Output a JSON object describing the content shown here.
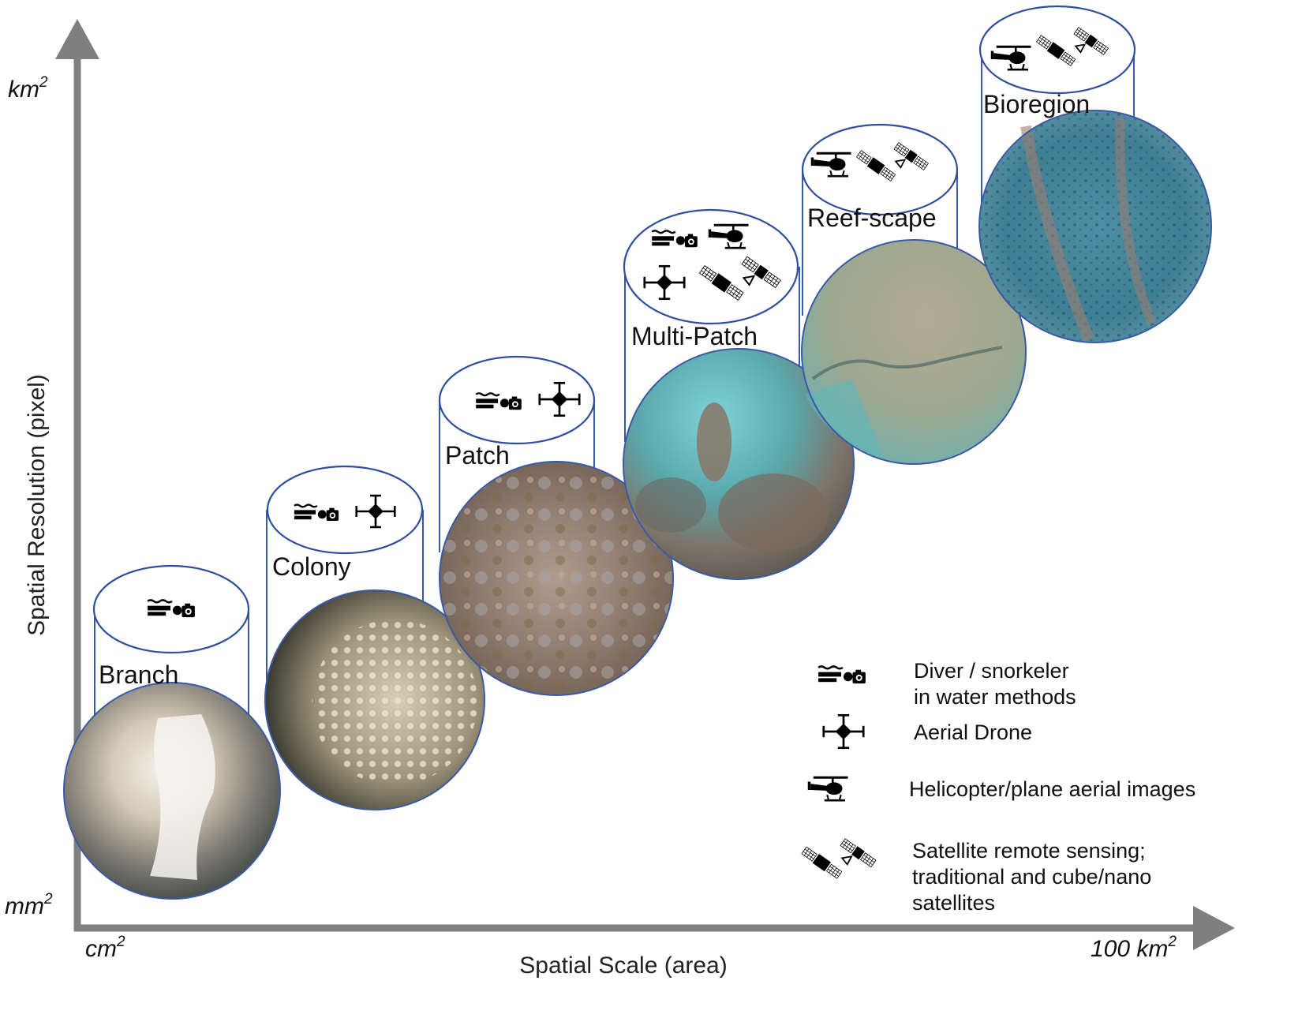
{
  "axes": {
    "y_label": "Spatial Resolution (pixel)",
    "x_label": "Spatial Scale (area)",
    "y_top": "km",
    "y_bottom": "mm",
    "x_left": "cm",
    "x_right": "100 km",
    "unit_superscript": "2"
  },
  "levels": [
    {
      "label": "Branch",
      "methods": [
        "diver"
      ],
      "photo": "white coral branch tip"
    },
    {
      "label": "Colony",
      "methods": [
        "diver",
        "drone"
      ],
      "photo": "tabular coral colony"
    },
    {
      "label": "Patch",
      "methods": [
        "diver",
        "drone"
      ],
      "photo": "reef patch from above"
    },
    {
      "label": "Multi-Patch",
      "methods": [
        "diver",
        "helicopter",
        "drone",
        "satellite"
      ],
      "photo": "aerial view of multiple coral patches"
    },
    {
      "label": "Reef-scape",
      "methods": [
        "helicopter",
        "satellite"
      ],
      "photo": "aerial reef flat"
    },
    {
      "label": "Bioregion",
      "methods": [
        "helicopter",
        "satellite"
      ],
      "photo": "satellite view of reef bioregion"
    }
  ],
  "legend": {
    "diver": {
      "lines": [
        "Diver / snorkeler",
        "in water methods"
      ],
      "icon": "diver-camera-icon"
    },
    "drone": {
      "lines": [
        "Aerial Drone"
      ],
      "icon": "drone-icon"
    },
    "helicopter": {
      "lines": [
        "Helicopter/plane aerial images"
      ],
      "icon": "helicopter-icon"
    },
    "satellite": {
      "lines": [
        "Satellite remote sensing;",
        "traditional and cube/nano",
        "satellites"
      ],
      "icon": "satellite-icon"
    }
  },
  "colors": {
    "axis": "#7f7f7f",
    "outline": "#2f4f9e"
  }
}
